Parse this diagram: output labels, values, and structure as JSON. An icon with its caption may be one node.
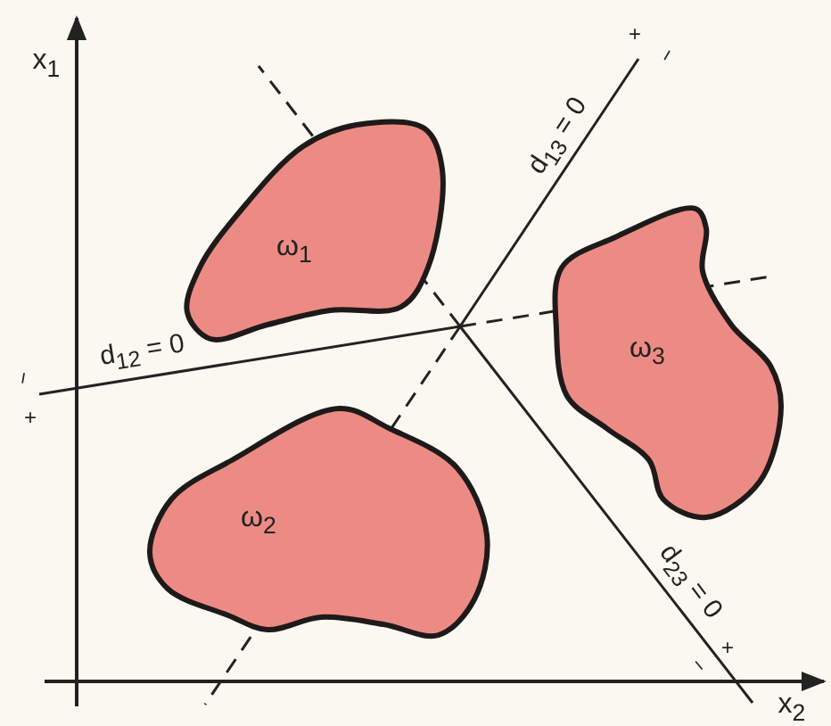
{
  "diagram": {
    "nodes": [
      {
        "text": [
          "ω$_{1}$"
        ]
      },
      {
        "text": [
          "ω$_{3}$"
        ]
      },
      {
        "text": [
          "ω$_{2}$"
        ]
      }
    ],
    "labels": [
      "x$_{1}$",
      "+",
      "−",
      "d$_{13}$ = 0",
      "d$_{12}$ = 0",
      "−",
      "+",
      "d$_{23}$ = 0",
      "+",
      "−",
      "x$_{2}$"
    ]
  }
}
